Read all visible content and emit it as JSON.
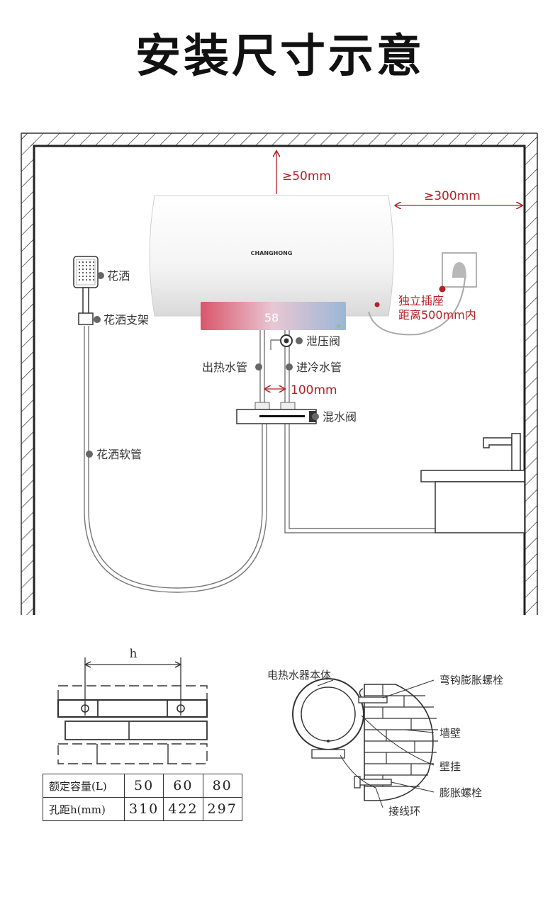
{
  "title": "安装尺寸示意",
  "brand": "CHANGHONG",
  "display_digits": "58",
  "install": {
    "top_clearance": "≥50mm",
    "side_clearance": "≥300mm",
    "pipe_spacing": "100mm",
    "socket_note_line1": "独立插座",
    "socket_note_line2": "距离500mm内"
  },
  "labels": {
    "shower_head": "花洒",
    "shower_bracket": "花洒支架",
    "relief_valve": "泄压阀",
    "hot_out_pipe": "出热水管",
    "cold_in_pipe": "进冷水管",
    "mixing_valve": "混水阀",
    "shower_hose": "花洒软管"
  },
  "mount": {
    "h_label": "h",
    "heater_body": "电热水器本体",
    "hook_bolt": "弯钩膨胀螺栓",
    "wall": "墙壁",
    "wall_bracket": "壁挂",
    "expansion_bolt": "膨胀螺栓",
    "wiring_ring": "接线环"
  },
  "table": {
    "row1_header": "额定容量(L)",
    "row1": [
      "50",
      "60",
      "80"
    ],
    "row2_header": "孔距h(mm)",
    "row2": [
      "310",
      "422",
      "297"
    ]
  },
  "colors": {
    "accent_red": "#b52025",
    "label_gray": "#333333",
    "dot_gray": "#666666"
  }
}
